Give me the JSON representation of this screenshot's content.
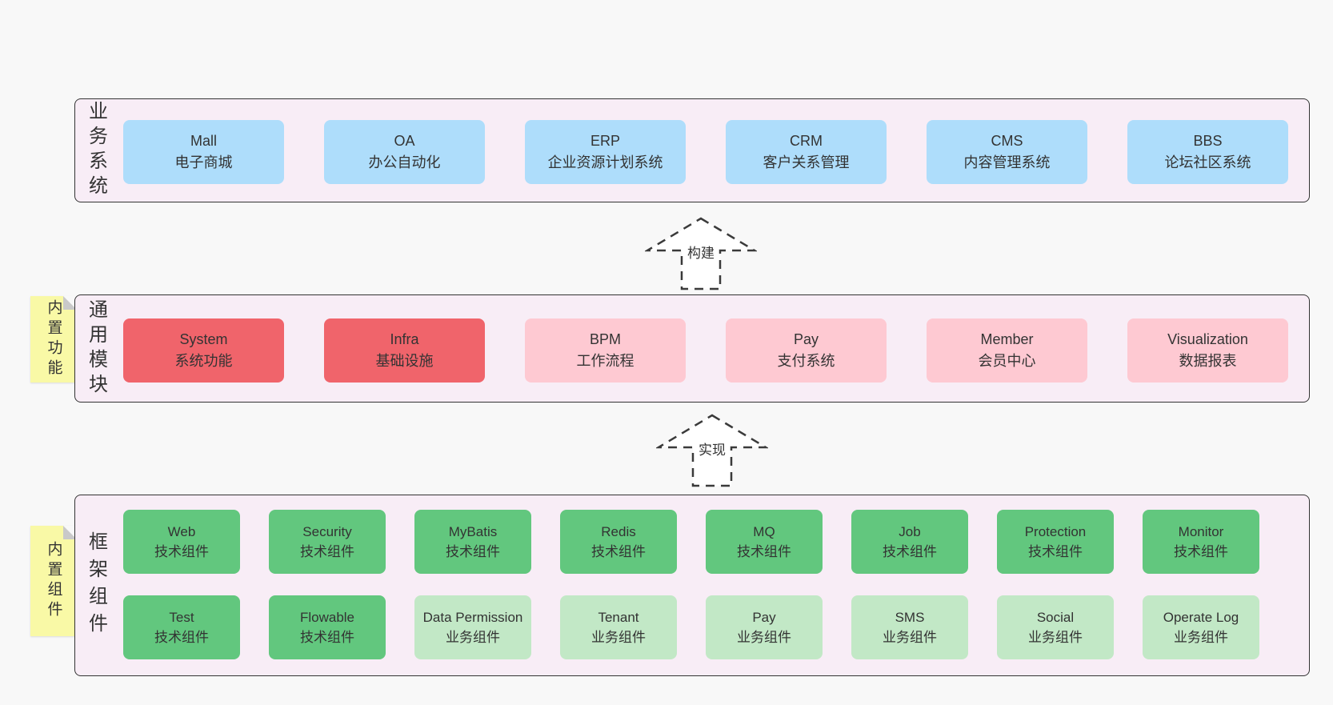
{
  "page": {
    "background": "#f8f8f8"
  },
  "colors": {
    "band_background": "#f8edf6",
    "band_border": "#333333",
    "blue_box": "#aeddfb",
    "red_box": "#f0646b",
    "pink_box": "#fec9d2",
    "green_box": "#62c77e",
    "light_green_box": "#c2e8c6",
    "sticky_background": "#f9f9a6",
    "sticky_fold": "#c9c9c9",
    "text": "#333333"
  },
  "arrows": [
    {
      "label": "构建"
    },
    {
      "label": "实现"
    }
  ],
  "bands": [
    {
      "label": "业务系统",
      "boxes": [
        {
          "name": "Mall",
          "desc": "电子商城"
        },
        {
          "name": "OA",
          "desc": "办公自动化"
        },
        {
          "name": "ERP",
          "desc": "企业资源计划系统"
        },
        {
          "name": "CRM",
          "desc": "客户关系管理"
        },
        {
          "name": "CMS",
          "desc": "内容管理系统"
        },
        {
          "name": "BBS",
          "desc": "论坛社区系统"
        }
      ]
    },
    {
      "label": "通用模块",
      "sticky": "内置功能",
      "boxes": [
        {
          "name": "System",
          "desc": "系统功能"
        },
        {
          "name": "Infra",
          "desc": "基础设施"
        },
        {
          "name": "BPM",
          "desc": "工作流程"
        },
        {
          "name": "Pay",
          "desc": "支付系统"
        },
        {
          "name": "Member",
          "desc": "会员中心"
        },
        {
          "name": "Visualization",
          "desc": "数据报表"
        }
      ]
    },
    {
      "label": "框架组件",
      "sticky": "内置组件",
      "rows": [
        [
          {
            "name": "Web",
            "desc": "技术组件"
          },
          {
            "name": "Security",
            "desc": "技术组件"
          },
          {
            "name": "MyBatis",
            "desc": "技术组件"
          },
          {
            "name": "Redis",
            "desc": "技术组件"
          },
          {
            "name": "MQ",
            "desc": "技术组件"
          },
          {
            "name": "Job",
            "desc": "技术组件"
          },
          {
            "name": "Protection",
            "desc": "技术组件"
          },
          {
            "name": "Monitor",
            "desc": "技术组件"
          }
        ],
        [
          {
            "name": "Test",
            "desc": "技术组件"
          },
          {
            "name": "Flowable",
            "desc": "技术组件"
          },
          {
            "name": "Data Permission",
            "desc": "业务组件"
          },
          {
            "name": "Tenant",
            "desc": "业务组件"
          },
          {
            "name": "Pay",
            "desc": "业务组件"
          },
          {
            "name": "SMS",
            "desc": "业务组件"
          },
          {
            "name": "Social",
            "desc": "业务组件"
          },
          {
            "name": "Operate Log",
            "desc": "业务组件"
          }
        ]
      ]
    }
  ]
}
